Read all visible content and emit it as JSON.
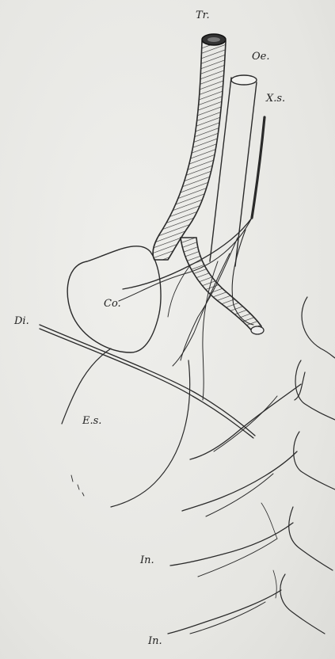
{
  "labels": {
    "trachea": "Tr.",
    "oesophagus": "Oe.",
    "vagus": "X.s.",
    "cor": "Co.",
    "diaphragm": "Di.",
    "es": "E.s.",
    "in_upper": "In.",
    "in_lower": "In."
  },
  "colors": {
    "ink": "#2a2a2a",
    "paper": "#e9e9e6"
  }
}
